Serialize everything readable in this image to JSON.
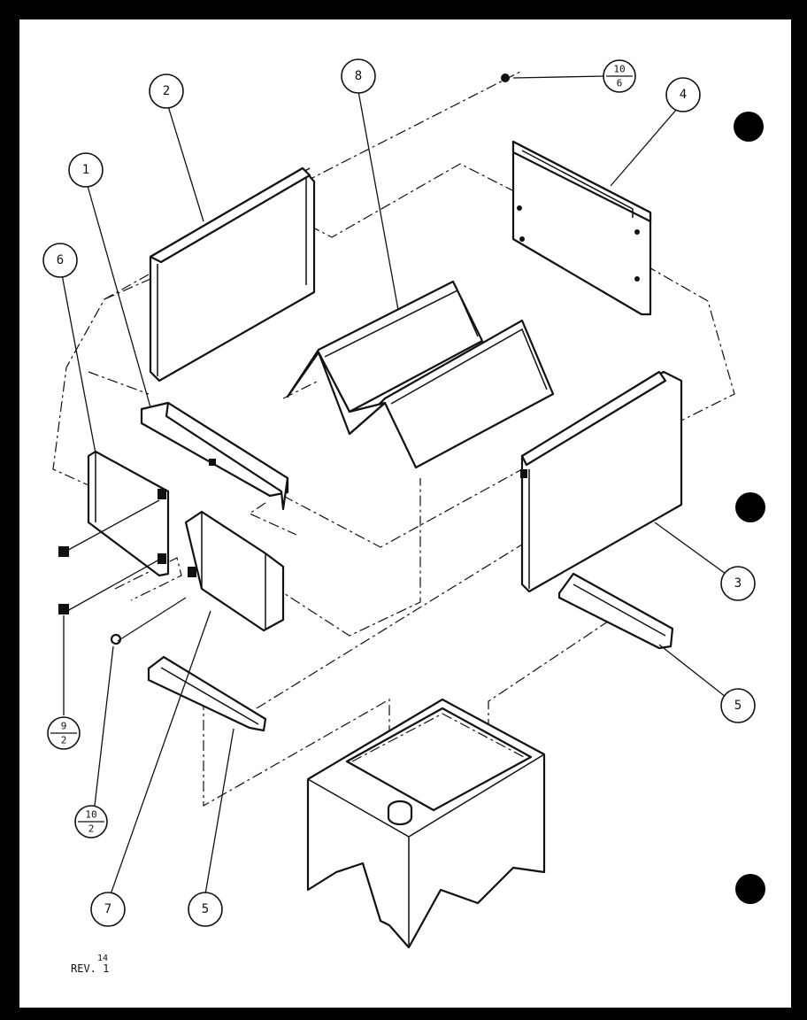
{
  "callouts": [
    {
      "id": "c1",
      "label": "1"
    },
    {
      "id": "c2",
      "label": "2"
    },
    {
      "id": "c3",
      "label": "3"
    },
    {
      "id": "c4",
      "label": "4"
    },
    {
      "id": "c5a",
      "label": "5"
    },
    {
      "id": "c5b",
      "label": "5"
    },
    {
      "id": "c6",
      "label": "6"
    },
    {
      "id": "c7",
      "label": "7"
    },
    {
      "id": "c8",
      "label": "8"
    }
  ],
  "fraction_refs": [
    {
      "id": "f10_6",
      "top": "10",
      "bottom": "6"
    },
    {
      "id": "f9_2",
      "top": "9",
      "bottom": "2"
    },
    {
      "id": "f10_2",
      "top": "10",
      "bottom": "2"
    }
  ],
  "revision": {
    "text": "REV. 1",
    "superscript": "14"
  }
}
